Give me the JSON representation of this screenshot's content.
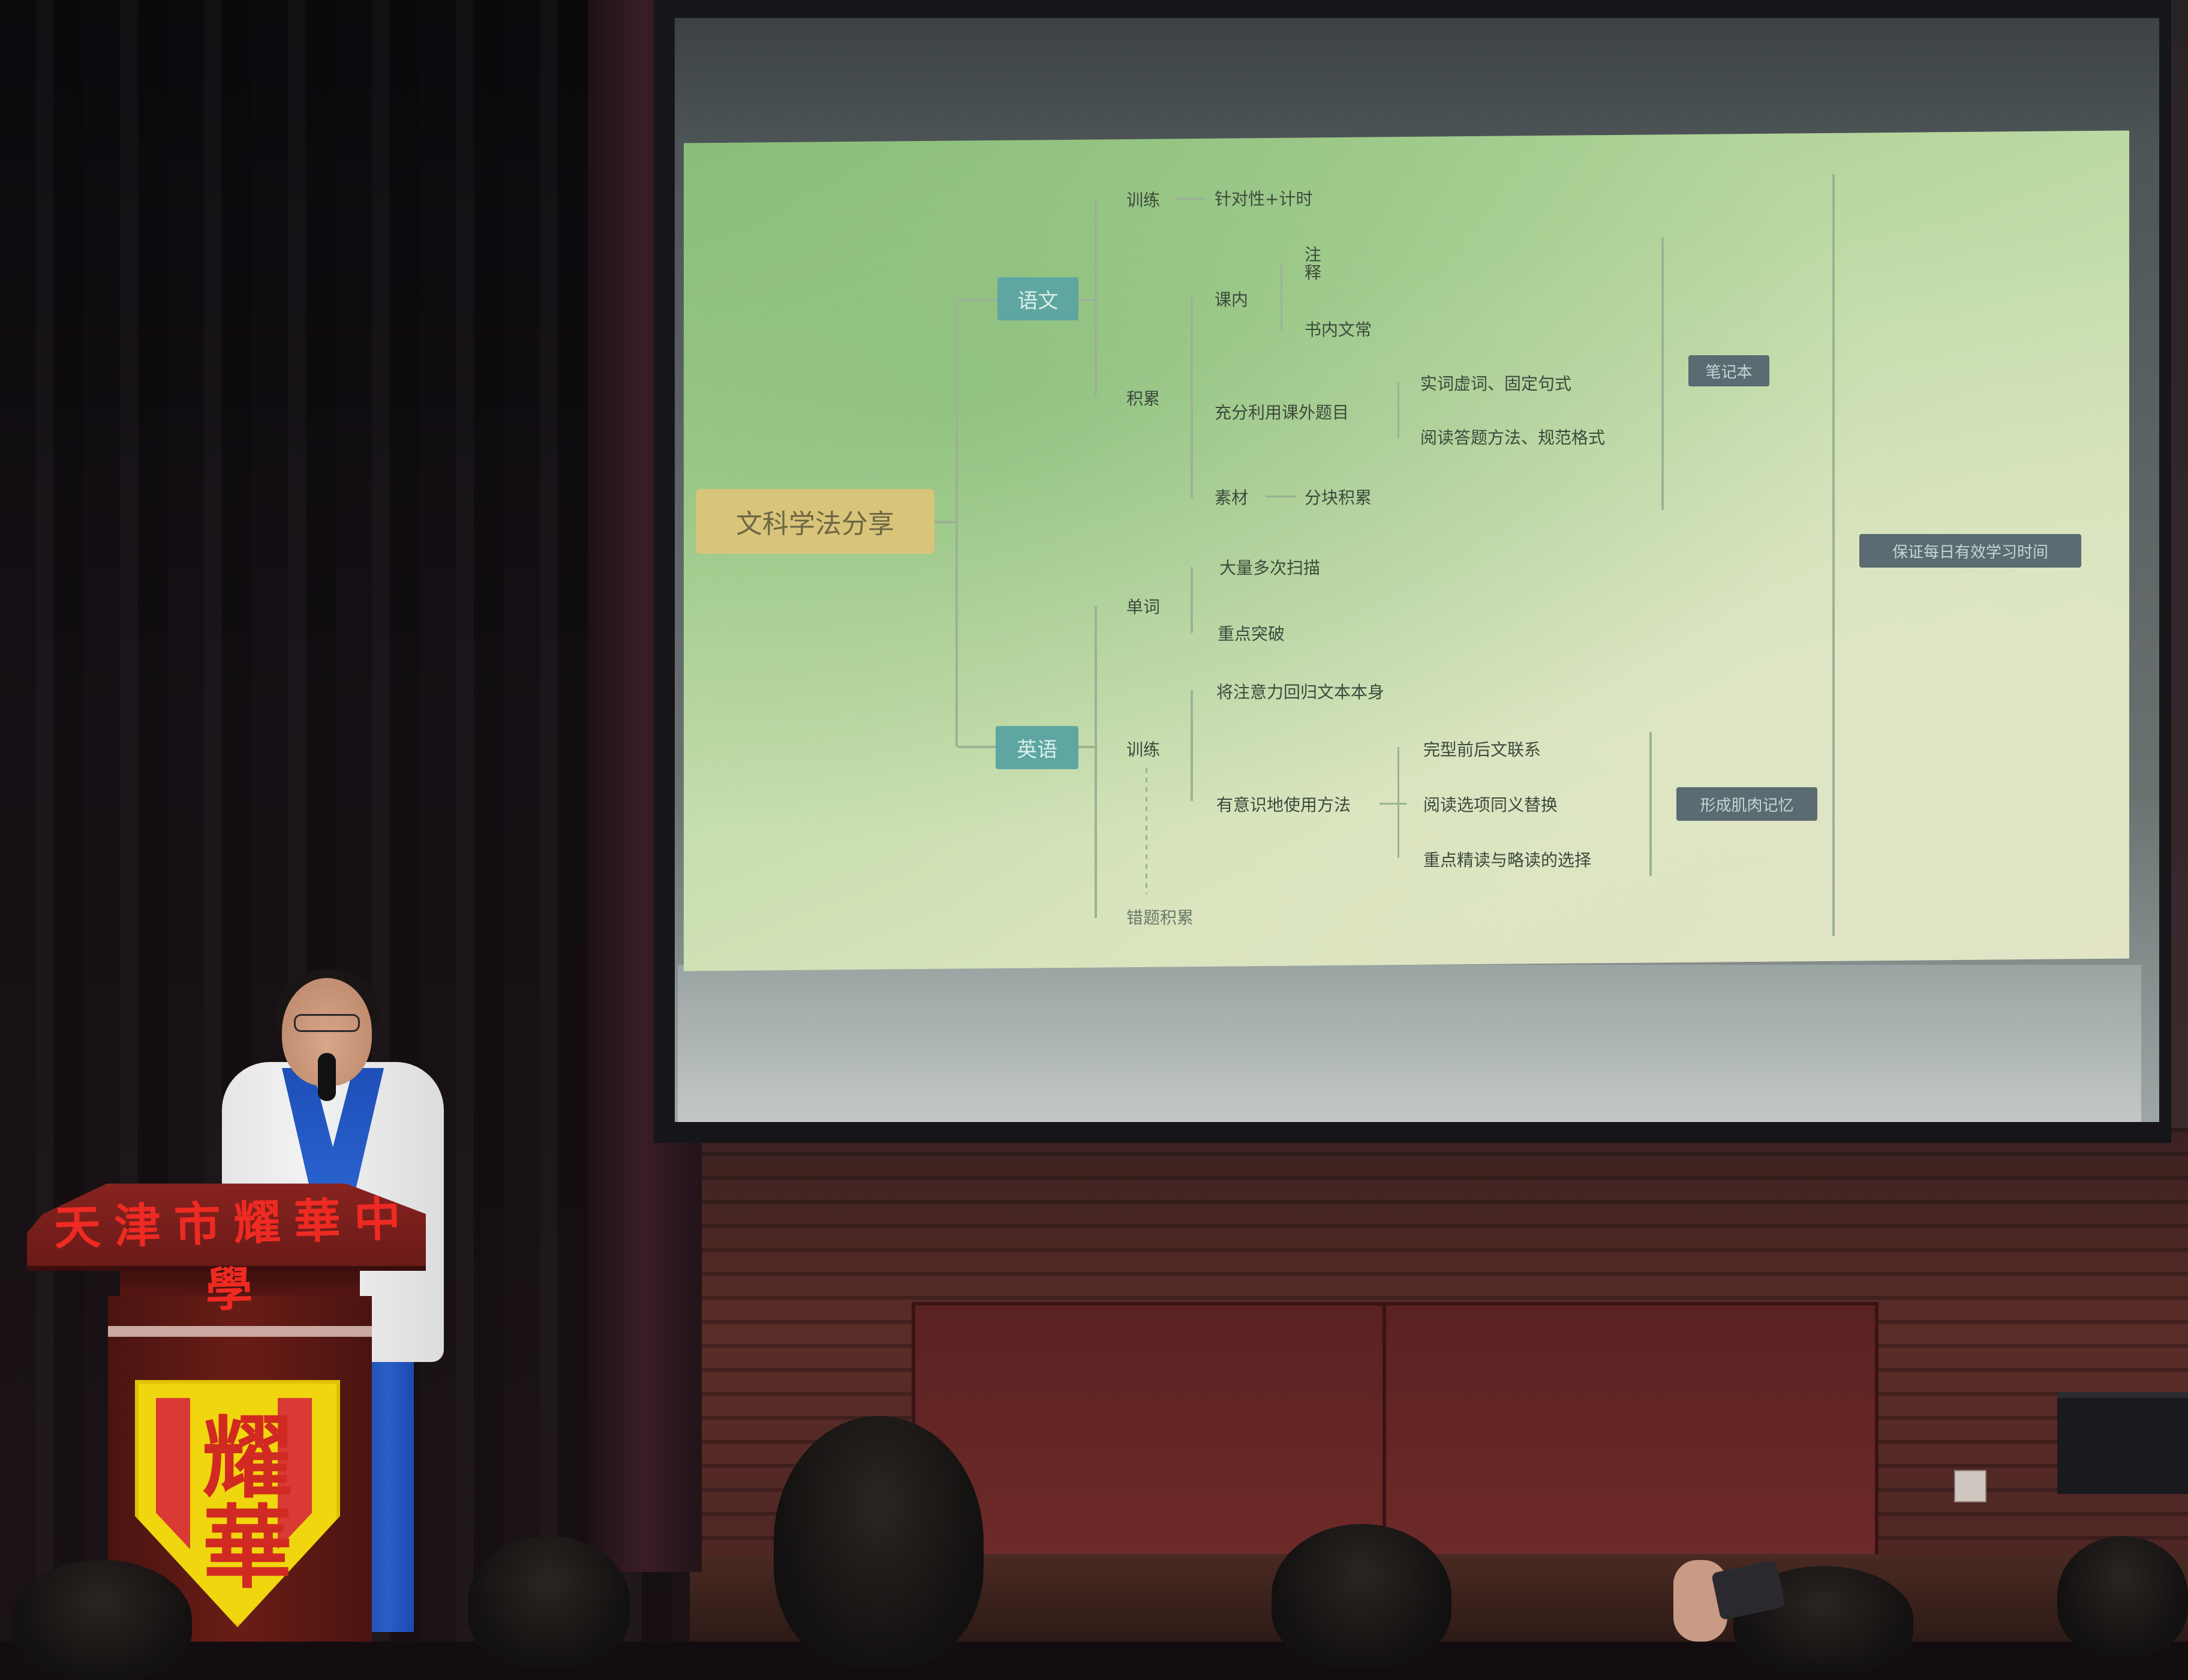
{
  "podium": {
    "title": "天津市耀華中學",
    "emblem_text": "耀華"
  },
  "slide": {
    "root": "文科学法分享",
    "chinese": {
      "label": "语文",
      "training": {
        "label": "训练",
        "item": "针对性+计时"
      },
      "accumulation": {
        "label": "积累",
        "in_class": {
          "label": "课内",
          "items": [
            "注释",
            "书内文常"
          ]
        },
        "extra": {
          "label": "充分利用课外题目",
          "items": [
            "实词虚词、固定句式",
            "阅读答题方法、规范格式"
          ]
        },
        "material": {
          "label": "素材",
          "item": "分块积累"
        }
      },
      "summary": "笔记本"
    },
    "english": {
      "label": "英语",
      "vocab": {
        "label": "单词",
        "items": [
          "大量多次扫描",
          "重点突破"
        ]
      },
      "training": {
        "label": "训练",
        "focus": "将注意力回归文本本身",
        "methods": {
          "label": "有意识地使用方法",
          "items": [
            "完型前后文联系",
            "阅读选项同义替换",
            "重点精读与略读的选择"
          ]
        }
      },
      "mistakes": "错题积累",
      "summary": "形成肌肉记忆"
    },
    "overall": "保证每日有效学习时间"
  }
}
